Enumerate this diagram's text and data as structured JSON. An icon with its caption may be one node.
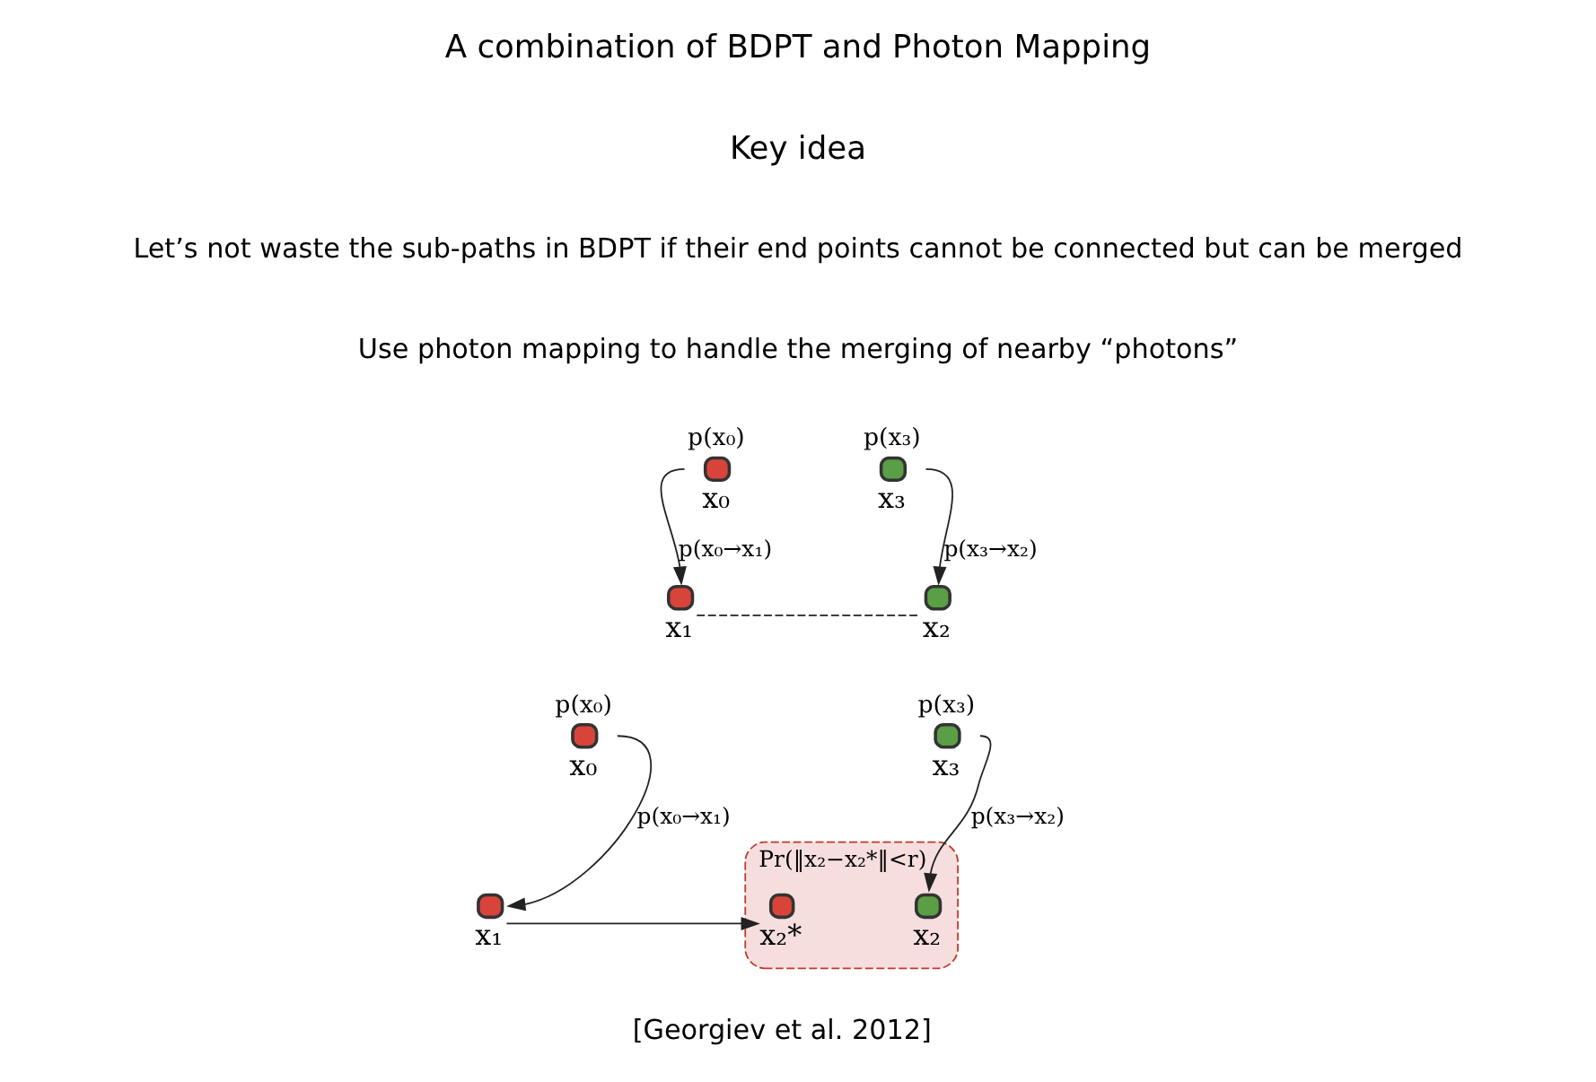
{
  "diagram": {
    "nodes": [
      {
        "text": [],
        "shape": "circle",
        "beside": [
          "p(x₀)",
          "x₀"
        ]
      },
      {
        "text": [],
        "shape": "circle",
        "beside": [
          "x₁"
        ]
      },
      {
        "text": [],
        "shape": "circle",
        "beside": [
          "x₂"
        ]
      },
      {
        "text": [],
        "shape": "circle",
        "beside": [
          "p(x₃)",
          "x₃"
        ]
      },
      {
        "text": [],
        "shape": "circle",
        "beside": [
          "p(x₀)",
          "x₀"
        ]
      },
      {
        "text": [],
        "shape": "circle",
        "beside": [
          "x₁"
        ]
      },
      {
        "text": [],
        "shape": "ellipse",
        "beside": [
          "Pr(‖x₂−x₂*‖<r)"
        ]
      },
      {
        "text": [],
        "shape": "circle",
        "in": 6,
        "beside": [
          "x₂*"
        ]
      },
      {
        "text": [],
        "shape": "circle",
        "in": 6,
        "beside": [
          "x₂"
        ]
      },
      {
        "text": [],
        "shape": "circle",
        "beside": [
          "p(x₃)",
          "x₃"
        ]
      }
    ],
    "edges": [
      {
        "from": 0,
        "to": 1,
        "arrow": "to",
        "label": "p(x₀→x₁)"
      },
      {
        "from": 1,
        "to": 2,
        "arrow": "none",
        "style": "dashed"
      },
      {
        "from": 3,
        "to": 2,
        "arrow": "to",
        "label": "p(x₃→x₂)"
      },
      {
        "from": 4,
        "to": 5,
        "arrow": "to",
        "label": "p(x₀→x₁)"
      },
      {
        "from": 5,
        "to": 7,
        "arrow": "to"
      },
      {
        "from": 9,
        "to": 8,
        "arrow": "to",
        "label": "p(x₃→x₂)"
      }
    ],
    "labels": [
      "A combination of BDPT and Photon Mapping",
      "Key idea",
      "Let’s not waste the sub-paths in BDPT if their end points cannot be connected but can be merged",
      "Use photon mapping to handle the merging of nearby “photons”",
      "[Georgiev et al. 2012]"
    ]
  }
}
